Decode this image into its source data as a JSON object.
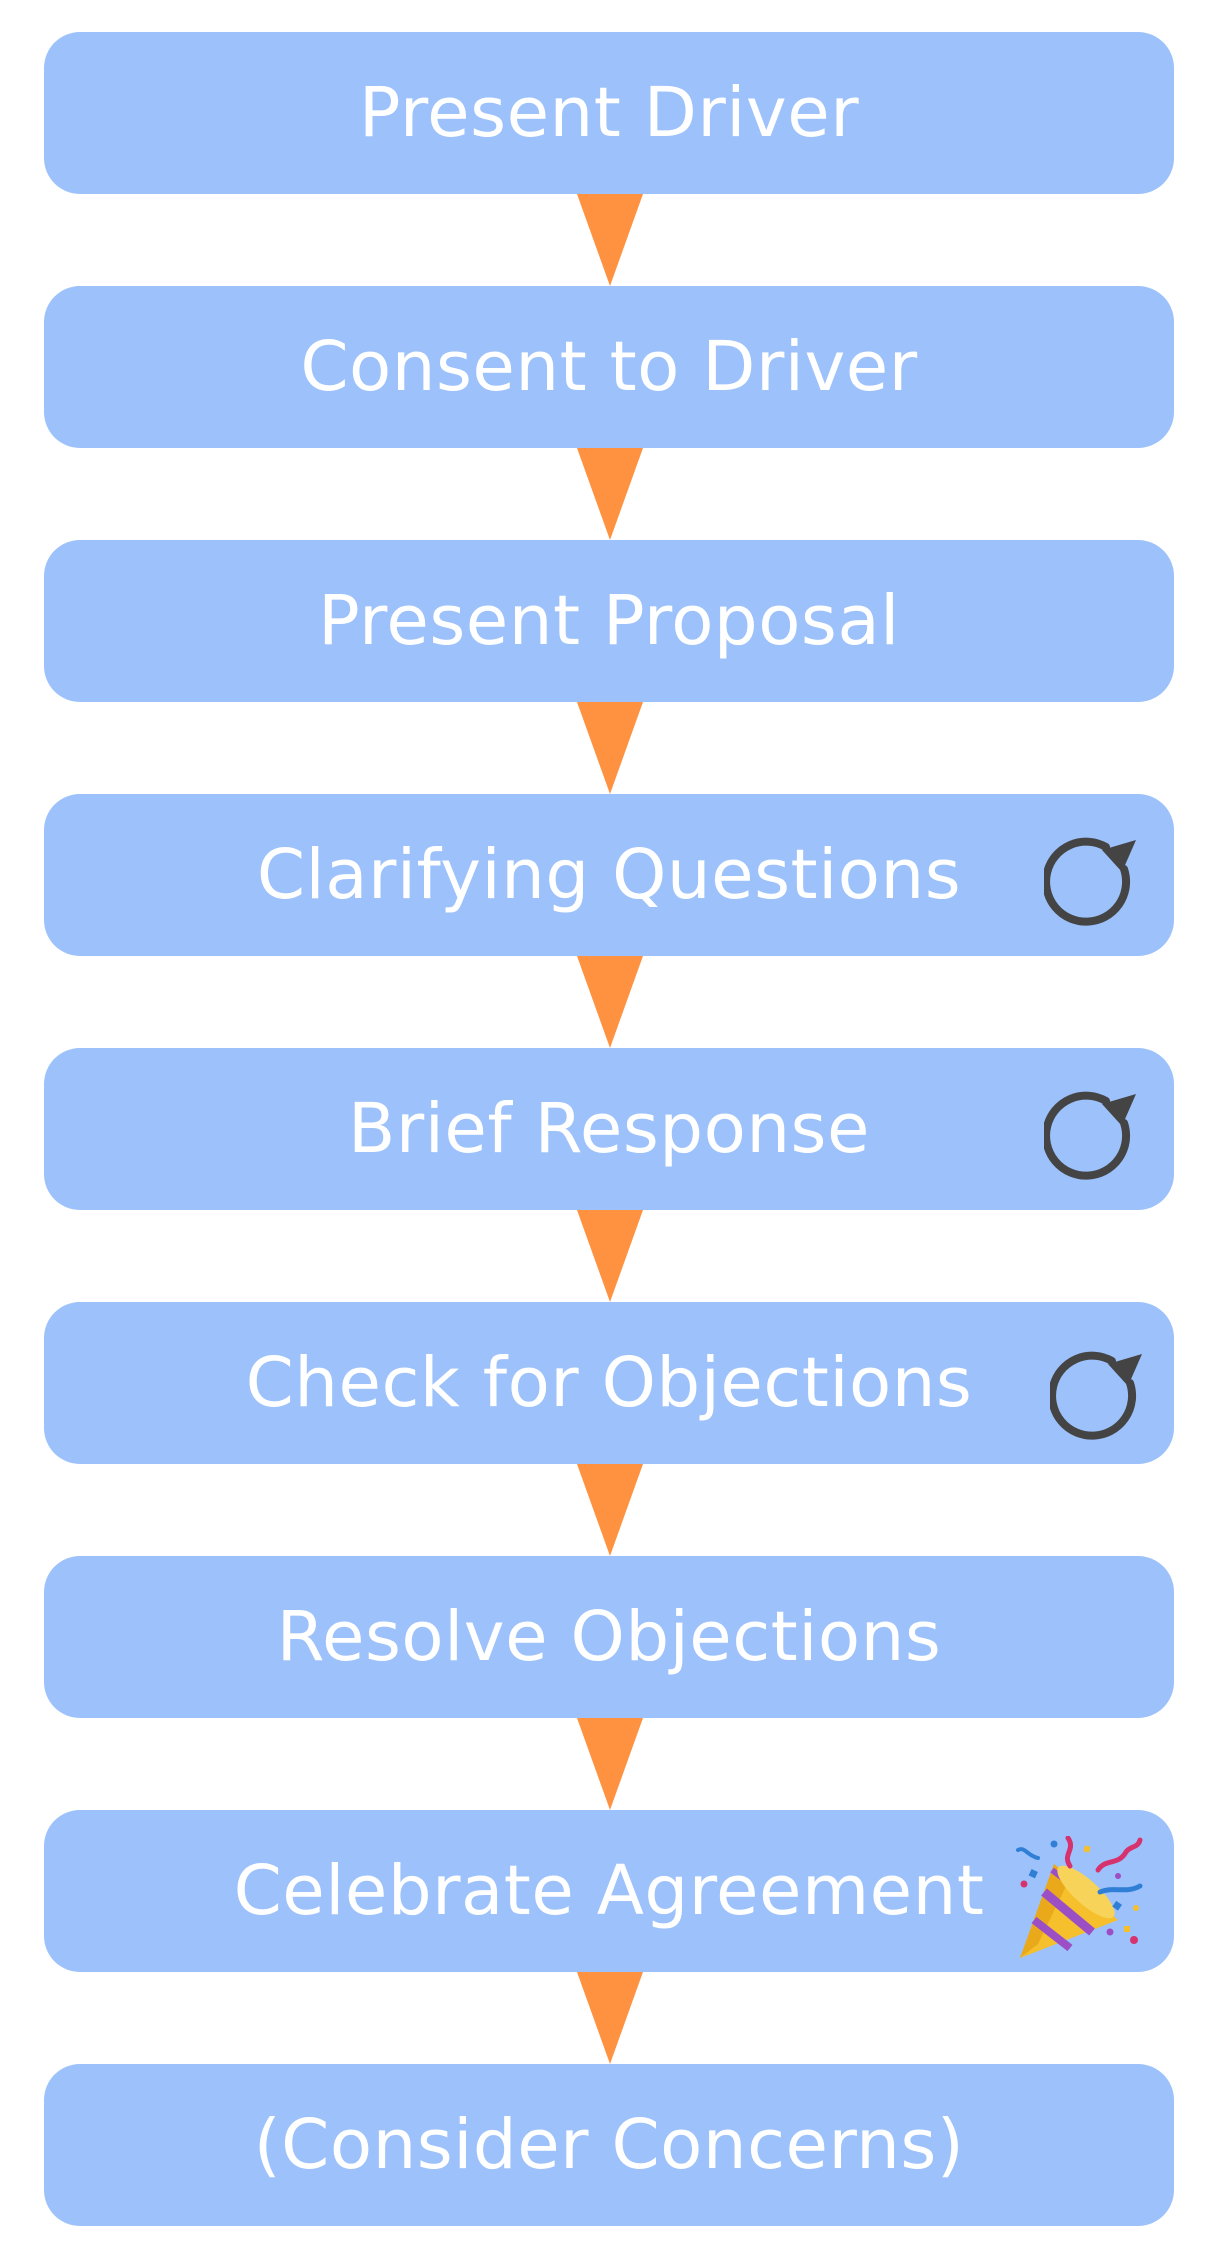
{
  "steps": [
    {
      "label": "Present Driver",
      "icon": null
    },
    {
      "label": "Consent to Driver",
      "icon": null
    },
    {
      "label": "Present Proposal",
      "icon": null
    },
    {
      "label": "Clarifying Questions",
      "icon": "repeat-icon"
    },
    {
      "label": "Brief Response",
      "icon": "repeat-icon"
    },
    {
      "label": "Check for Objections",
      "icon": "repeat-icon"
    },
    {
      "label": "Resolve Objections",
      "icon": null
    },
    {
      "label": "Celebrate Agreement",
      "icon": "party-popper-icon"
    },
    {
      "label": "(Consider Concerns)",
      "icon": null
    }
  ],
  "colors": {
    "box_fill": "#9cc1fb",
    "box_text": "#ffffff",
    "connector": "#fe9240",
    "repeat_icon": "#444444"
  }
}
